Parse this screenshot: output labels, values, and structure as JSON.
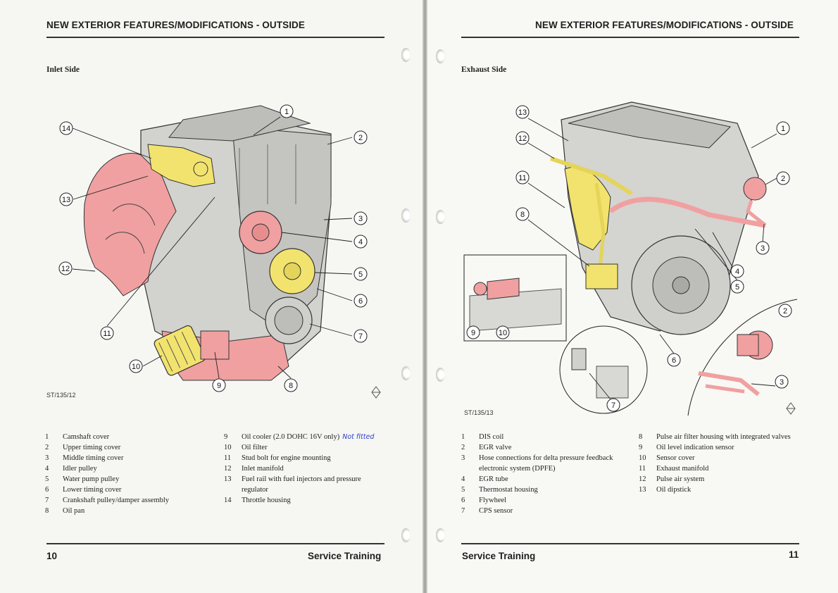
{
  "left_page": {
    "header": "NEW EXTERIOR FEATURES/MODIFICATIONS - OUTSIDE",
    "subhead": "Inlet Side",
    "figure_ref": "ST/135/12",
    "callouts": [
      "1",
      "2",
      "3",
      "4",
      "5",
      "6",
      "7",
      "8",
      "9",
      "10",
      "11",
      "12",
      "13",
      "14"
    ],
    "legend_col1": [
      {
        "num": "1",
        "text": "Camshaft cover"
      },
      {
        "num": "2",
        "text": "Upper timing cover"
      },
      {
        "num": "3",
        "text": "Middle timing cover"
      },
      {
        "num": "4",
        "text": "Idler pulley"
      },
      {
        "num": "5",
        "text": "Water pump pulley"
      },
      {
        "num": "6",
        "text": "Lower timing cover"
      },
      {
        "num": "7",
        "text": "Crankshaft pulley/damper assembly"
      },
      {
        "num": "8",
        "text": "Oil pan"
      }
    ],
    "legend_col2": [
      {
        "num": "9",
        "text": "Oil cooler (2.0 DOHC 16V only)",
        "note": "Not fitted"
      },
      {
        "num": "10",
        "text": "Oil filter"
      },
      {
        "num": "11",
        "text": "Stud bolt for engine mounting"
      },
      {
        "num": "12",
        "text": "Inlet manifold"
      },
      {
        "num": "13",
        "text": "Fuel rail with fuel injectors and pressure"
      },
      {
        "num": "",
        "text": "regulator"
      },
      {
        "num": "14",
        "text": "Throttle housing"
      }
    ],
    "page_number": "10",
    "footer": "Service Training"
  },
  "right_page": {
    "header": "NEW EXTERIOR FEATURES/MODIFICATIONS - OUTSIDE",
    "subhead": "Exhaust Side",
    "figure_ref": "ST/135/13",
    "callouts": [
      "13",
      "12",
      "11",
      "8",
      "1",
      "2",
      "3",
      "4",
      "5",
      "6",
      "2",
      "3",
      "9",
      "10",
      "7"
    ],
    "legend_col1": [
      {
        "num": "1",
        "text": "DIS coil"
      },
      {
        "num": "2",
        "text": "EGR valve"
      },
      {
        "num": "3",
        "text": "Hose connections for delta pressure feedback"
      },
      {
        "num": "",
        "text": "electronic system (DPFE)"
      },
      {
        "num": "4",
        "text": "EGR tube"
      },
      {
        "num": "5",
        "text": "Thermostat housing"
      },
      {
        "num": "6",
        "text": "Flywheel"
      },
      {
        "num": "7",
        "text": "CPS sensor"
      }
    ],
    "legend_col2": [
      {
        "num": "8",
        "text": "Pulse air filter housing with integrated valves"
      },
      {
        "num": "9",
        "text": "Oil level indication sensor"
      },
      {
        "num": "10",
        "text": "Sensor cover"
      },
      {
        "num": "11",
        "text": "Exhaust manifold"
      },
      {
        "num": "12",
        "text": "Pulse air system"
      },
      {
        "num": "13",
        "text": "Oil dipstick"
      }
    ],
    "page_number": "11",
    "footer": "Service Training"
  },
  "colors": {
    "highlight_red": "#f0a0a0",
    "highlight_yellow": "#f2e36e",
    "rule": "#333333",
    "handwriting": "#2f3fc8"
  },
  "icons": [
    "hole-punch-icon",
    "engine-illustration",
    "logo-mark-icon"
  ]
}
